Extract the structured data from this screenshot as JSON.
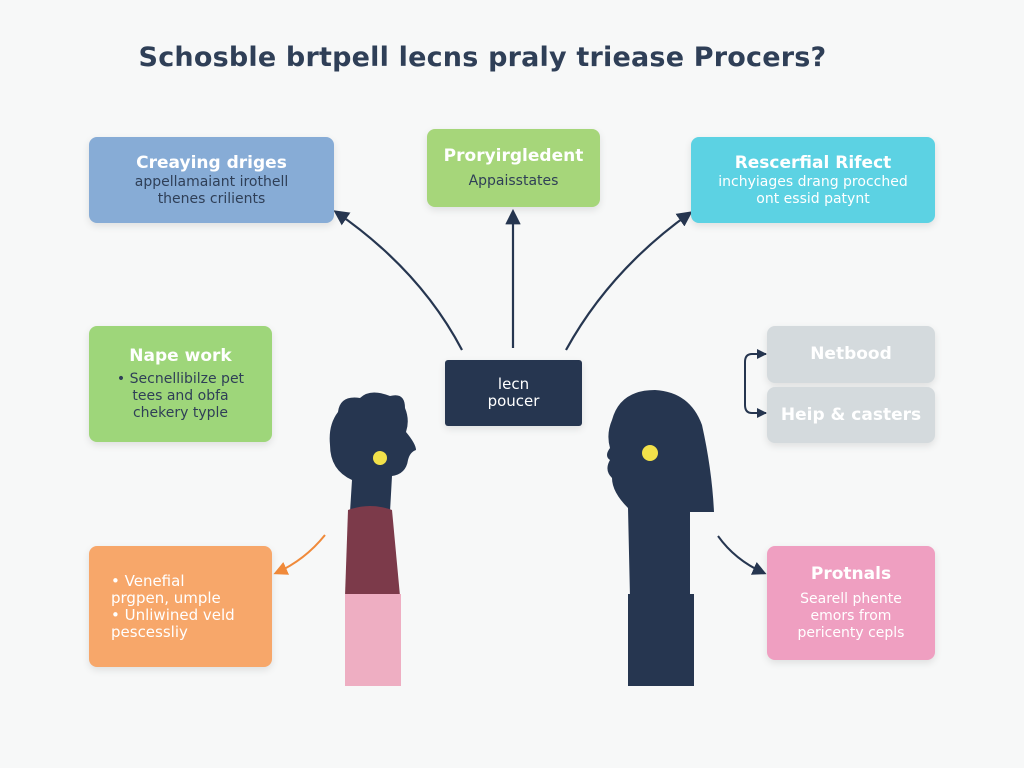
{
  "title": "Schosble brtpell lecns praly triease Procers?",
  "center": {
    "label_line1": "lecn",
    "label_line2": "poucer"
  },
  "boxes": {
    "top_left": {
      "heading": "Creaying driges",
      "lines": [
        "appellamaiant irothell",
        "thenes crilients"
      ]
    },
    "top_center": {
      "heading": "Proryirgledent",
      "lines": [
        "Appaisstates"
      ]
    },
    "top_right": {
      "heading": "Rescerfial Rifect",
      "lines": [
        "inchyiages drang procched",
        "ont essid patynt"
      ]
    },
    "mid_left": {
      "heading": "Nape work",
      "lines": [
        "• Secnellibilze pet",
        "tees and obfa",
        "chekery typle"
      ]
    },
    "right_top": {
      "heading": "Netbood"
    },
    "right_bottom": {
      "heading": "Heip & casters"
    },
    "bottom_left": {
      "lines": [
        "• Venefial",
        "prgpen, umple",
        "• Unliwined veld",
        "pescessliy"
      ]
    },
    "bottom_right": {
      "heading": "Protnals",
      "lines": [
        "Searell phente",
        "emors from",
        "pericenty cepls"
      ]
    }
  },
  "colors": {
    "ink": "#263650",
    "blue": "#87acd6",
    "lime": "#a6d67a",
    "cyan": "#5cd2e3",
    "green": "#9ed67a",
    "orange": "#f7a76a",
    "pink": "#ef9fc1",
    "gray": "#d4dadd",
    "shirt": "#7c3a4a",
    "pants": "#eeaec2",
    "eye_dot": "#f2e14a"
  },
  "icons": [
    "man-silhouette-icon",
    "woman-silhouette-icon",
    "arrow-icon"
  ]
}
